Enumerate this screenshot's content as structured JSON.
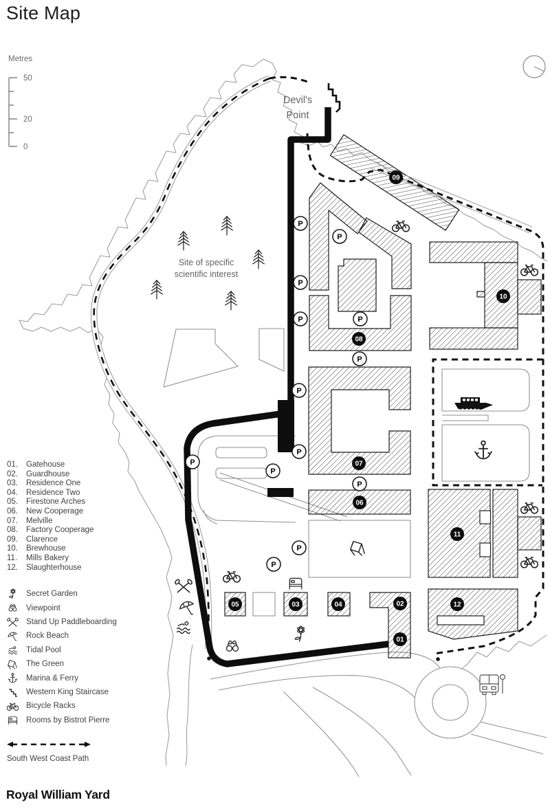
{
  "header": {
    "title": "Site Map"
  },
  "footer": {
    "brand": "Royal William Yard"
  },
  "scale": {
    "unit": "Metres",
    "ticks": [
      "50",
      "20",
      "0"
    ]
  },
  "map": {
    "labels": {
      "devils_point": [
        "Devil's",
        "Point"
      ],
      "sssi": [
        "Site of specific",
        "scientific interest"
      ]
    },
    "parking_symbol": "P",
    "badges": [
      "01",
      "02",
      "03",
      "04",
      "05",
      "06",
      "07",
      "08",
      "09",
      "10",
      "11",
      "12"
    ]
  },
  "legend": {
    "buildings": [
      {
        "num": "01.",
        "name": "Gatehouse"
      },
      {
        "num": "02.",
        "name": "Guardhouse"
      },
      {
        "num": "03.",
        "name": "Residence One"
      },
      {
        "num": "04.",
        "name": "Residence Two"
      },
      {
        "num": "05.",
        "name": "Firestone Arches"
      },
      {
        "num": "06.",
        "name": "New Cooperage"
      },
      {
        "num": "07.",
        "name": "Melville"
      },
      {
        "num": "08.",
        "name": "Factory Cooperage"
      },
      {
        "num": "09.",
        "name": "Clarence"
      },
      {
        "num": "10.",
        "name": "Brewhouse"
      },
      {
        "num": "11.",
        "name": "Mills Bakery"
      },
      {
        "num": "12.",
        "name": "Slaughterhouse"
      }
    ],
    "amenities": [
      {
        "icon": "flower-icon",
        "label": "Secret Garden"
      },
      {
        "icon": "binoculars-icon",
        "label": "Viewpoint"
      },
      {
        "icon": "paddles-icon",
        "label": "Stand Up Paddleboarding"
      },
      {
        "icon": "umbrella-icon",
        "label": "Rock Beach"
      },
      {
        "icon": "swimmer-icon",
        "label": "Tidal Pool"
      },
      {
        "icon": "deckchair-icon",
        "label": "The Green"
      },
      {
        "icon": "anchor-icon",
        "label": "Marina & Ferry"
      },
      {
        "icon": "stairs-icon",
        "label": "Western King Staircase"
      },
      {
        "icon": "bicycle-icon",
        "label": "Bicycle Racks"
      },
      {
        "icon": "bed-icon",
        "label": "Rooms by Bistrot Pierre"
      }
    ],
    "coast_path_label": "South West Coast Path"
  },
  "colors": {
    "ink": "#1d1d1b",
    "muted": "#636363",
    "coast": "#9b9b9b"
  }
}
